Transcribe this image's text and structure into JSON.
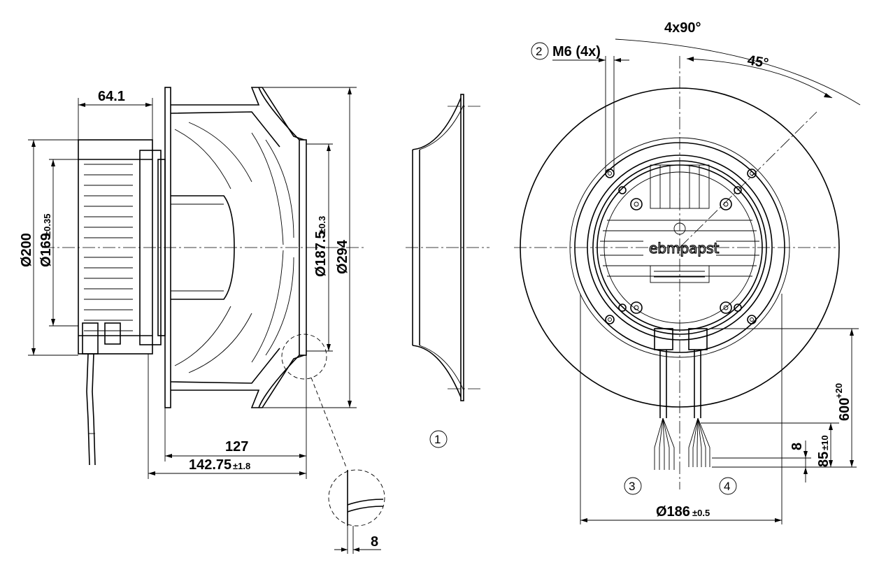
{
  "dimensions": {
    "d_64_1": "64.1",
    "d_200": "Ø200",
    "d_169": "Ø169",
    "d_169_tol": "±0.35",
    "d_187_5": "Ø187.5",
    "d_187_5_tol": "±0.3",
    "d_294": "Ø294",
    "d_127": "127",
    "d_142_75": "142.75",
    "d_142_75_tol": "±1.8",
    "d_8_detail": "8",
    "d_4x90": "4x90°",
    "d_45": "45°",
    "d_186": "Ø186",
    "d_186_tol": "±0.5",
    "d_600": "600",
    "d_600_tol": "+20",
    "d_85": "85",
    "d_85_tol": "±10",
    "d_8_leads": "8"
  },
  "callouts": {
    "c1": "1",
    "c2": "2",
    "c2_text": "M6 (4x)",
    "c3": "3",
    "c4": "4"
  },
  "brand": {
    "logo": "ebmpapst"
  }
}
